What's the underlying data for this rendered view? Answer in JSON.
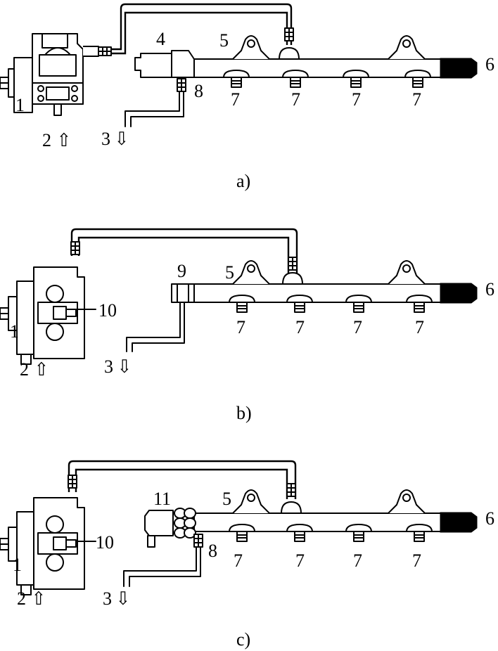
{
  "diagrams": [
    {
      "caption": "a)",
      "labels": {
        "pump": "1",
        "inlet": "2",
        "return": "3",
        "valve": "4",
        "bracket": "5",
        "sensor": "6",
        "injectors": [
          "7",
          "7",
          "7",
          "7"
        ],
        "fitting": "8"
      }
    },
    {
      "caption": "b)",
      "labels": {
        "pump": "1",
        "inlet": "2",
        "return": "3",
        "limiter": "9",
        "bracket": "5",
        "sensor": "6",
        "injectors": [
          "7",
          "7",
          "7",
          "7"
        ],
        "metering_unit": "10"
      }
    },
    {
      "caption": "c)",
      "labels": {
        "pump": "1",
        "inlet": "2",
        "return": "3",
        "valve": "11",
        "bracket": "5",
        "sensor": "6",
        "injectors": [
          "7",
          "7",
          "7",
          "7"
        ],
        "fitting": "8",
        "metering_unit": "10"
      }
    }
  ],
  "arrows": {
    "up": "⇧",
    "down": "⇩"
  },
  "colors": {
    "line": "#000000",
    "background": "#ffffff"
  }
}
